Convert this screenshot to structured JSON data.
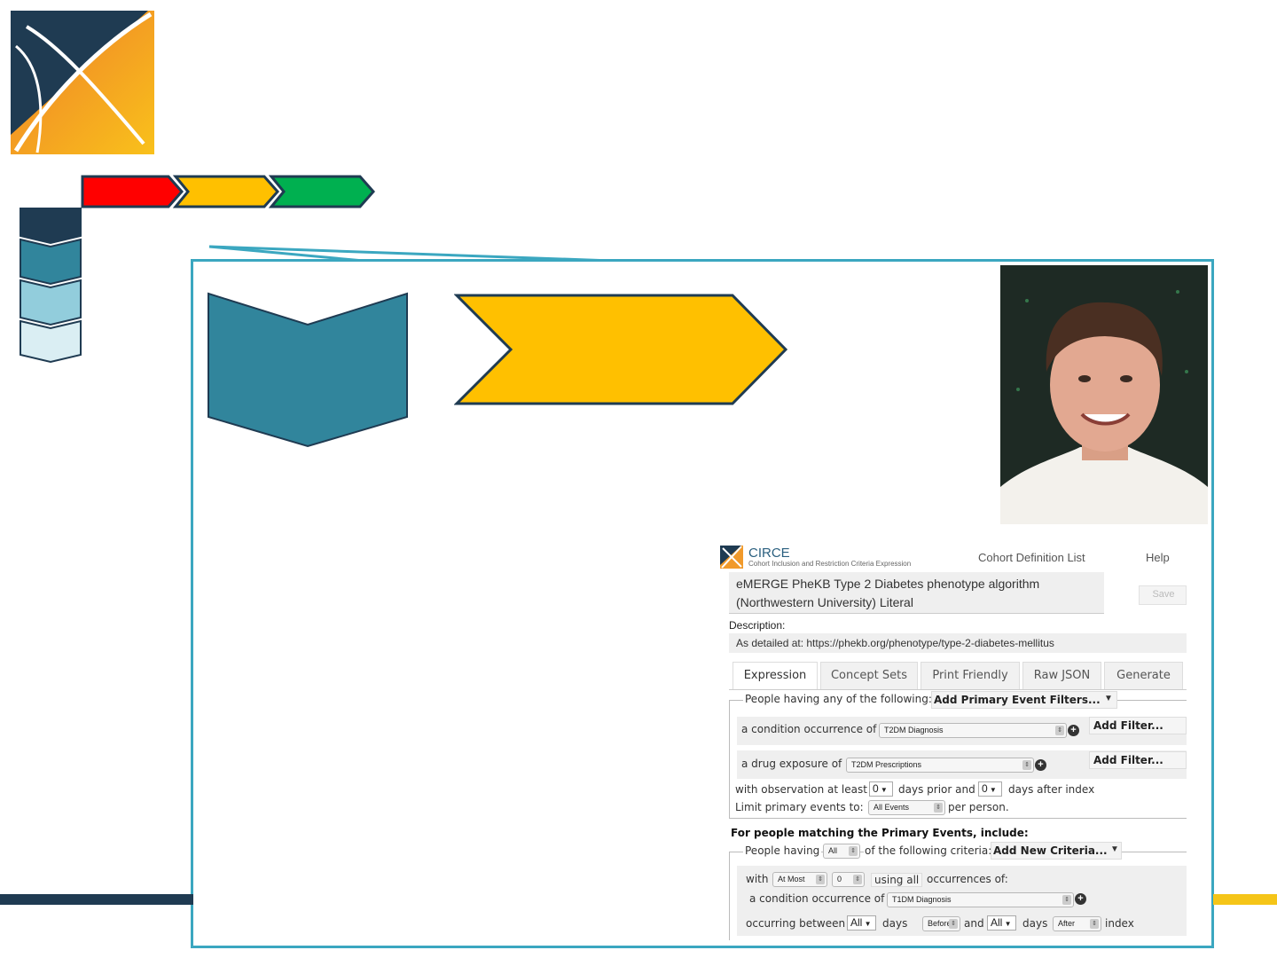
{
  "colors": {
    "navy": "#1f3b52",
    "teal": "#31859c",
    "light_teal": "#92cddc",
    "pale_teal": "#daeef3",
    "red": "#ff0000",
    "amber": "#ffc000",
    "green": "#00b050",
    "panel_border": "#3ba7c0",
    "bar_yellow": "#f5c518"
  },
  "logo": {
    "icon": "ohdsi-logo-icon"
  },
  "circe": {
    "brand": "CIRCE",
    "subtitle": "Cohort Inclusion and Restriction Criteria Expression",
    "nav": {
      "list": "Cohort Definition List",
      "help": "Help"
    },
    "title_line1": "eMERGE PheKB Type 2 Diabetes phenotype algorithm",
    "title_line2": "(Northwestern University) Literal",
    "save": "Save",
    "description_label": "Description:",
    "description_value": "As detailed at: https://phekb.org/phenotype/type-2-diabetes-mellitus",
    "tabs": [
      "Expression",
      "Concept Sets",
      "Print Friendly",
      "Raw JSON",
      "Generate"
    ],
    "primary": {
      "legend": "People having any of the following:",
      "add_filters": "Add Primary Event Filters...",
      "row1_text": "a condition occurrence of",
      "row1_select": "T2DM Diagnosis",
      "row1_add": "Add Filter...",
      "row2_text": "a drug exposure of",
      "row2_select": "T2DM Prescriptions",
      "row2_add": "Add Filter...",
      "obs_text1": "with observation at least",
      "obs_prior_value": "0",
      "obs_text2": "days prior and",
      "obs_after_value": "0",
      "obs_text3": "days after index",
      "limit_text": "Limit primary events to:",
      "limit_select": "All Events",
      "limit_suffix": "per person."
    },
    "inclusion": {
      "heading": "For people matching the Primary Events, include:",
      "people_having": "People having",
      "all_select": "All",
      "following": "of the following criteria:",
      "add_new": "Add New Criteria...",
      "with": "with",
      "at_most": "At Most",
      "count": "0",
      "using_all": "using all",
      "occurrences_of": "occurrences of:",
      "cond_text": "a condition occurrence of",
      "cond_select": "T1DM Diagnosis",
      "occurring_between": "occurring between",
      "all1": "All",
      "days1": "days",
      "before": "Before",
      "and": "and",
      "all2": "All",
      "days2": "days",
      "after": "After",
      "index": "index"
    }
  }
}
